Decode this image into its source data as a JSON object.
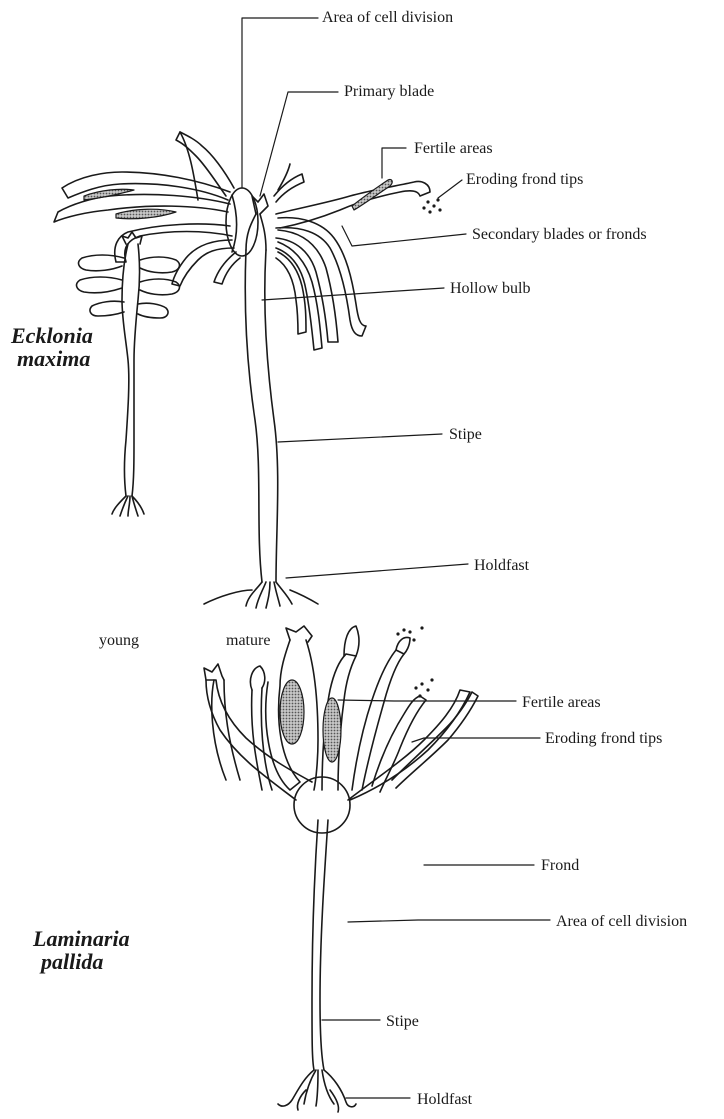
{
  "ecklonia": {
    "species_line1": "Ecklonia",
    "species_line2": "maxima",
    "labels": {
      "area_cell_division": "Area of cell division",
      "primary_blade": "Primary blade",
      "fertile_areas": "Fertile areas",
      "eroding_tips": "Eroding frond tips",
      "secondary_blades": "Secondary blades or fronds",
      "hollow_bulb": "Hollow bulb",
      "stipe": "Stipe",
      "holdfast": "Holdfast",
      "young": "young",
      "mature": "mature"
    }
  },
  "laminaria": {
    "species_line1": "Laminaria",
    "species_line2": "pallida",
    "labels": {
      "fertile_areas": "Fertile areas",
      "eroding_tips": "Eroding frond tips",
      "frond": "Frond",
      "area_cell_division": "Area of cell division",
      "stipe": "Stipe",
      "holdfast": "Holdfast"
    }
  },
  "colors": {
    "ink": "#1a1a1a",
    "stipple": "#9a9a9a",
    "background": "#ffffff"
  }
}
